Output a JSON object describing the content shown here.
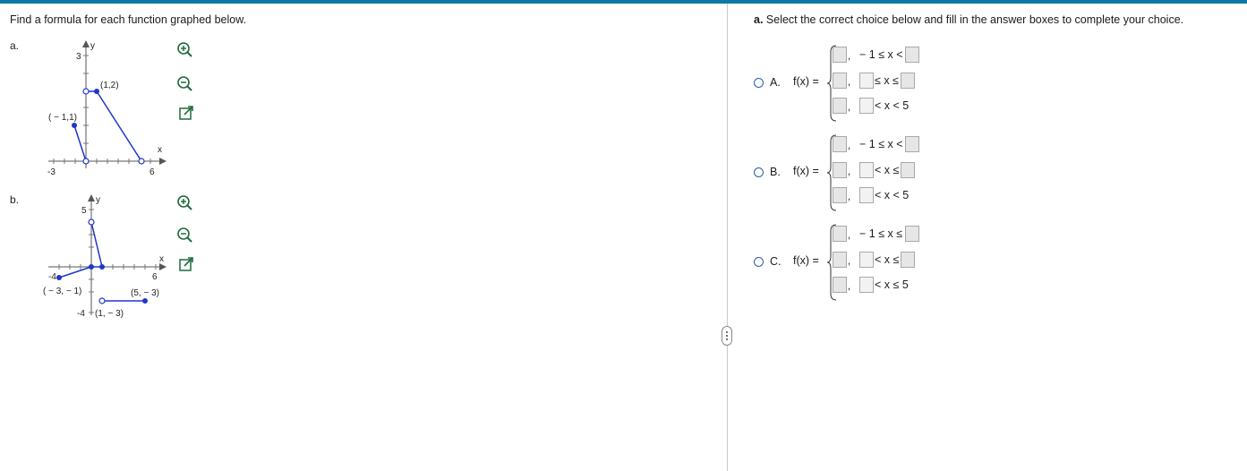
{
  "prompt": "Find a formula for each function graphed below.",
  "part_a": {
    "label": "a.",
    "graph": {
      "y_axis_label": "y",
      "x_axis_label": "x",
      "y_tick": "3",
      "x_tick_neg": "-3",
      "x_tick_pos": "6",
      "point_1": "(1,2)",
      "point_2": "( − 1,1)"
    }
  },
  "part_b": {
    "label": "b.",
    "graph": {
      "y_axis_label": "y",
      "x_axis_label": "x",
      "y_tick_top": "5",
      "y_tick_bottom": "-4",
      "x_tick_neg": "-4",
      "x_tick_pos": "6",
      "point_1": "( − 3, − 1)",
      "point_2": "(5, − 3)",
      "point_3": "(1, − 3)"
    }
  },
  "instruction": {
    "bold_prefix": "a.",
    "text": " Select the correct choice below and fill in the answer boxes to complete your choice."
  },
  "choices": [
    {
      "letter": "A.",
      "fx": "f(x) =",
      "row1": " − 1 ≤ x <",
      "row2": "≤ x ≤",
      "row3": "< x < 5"
    },
    {
      "letter": "B.",
      "fx": "f(x) =",
      "row1": " − 1 ≤ x <",
      "row2": "< x ≤",
      "row3": "< x < 5"
    },
    {
      "letter": "C.",
      "fx": "f(x) =",
      "row1": " − 1 ≤ x ≤",
      "row2": "< x ≤",
      "row3": "< x ≤ 5"
    }
  ],
  "comma": ",",
  "colors": {
    "accent": "#0a7aa3",
    "graph_blue": "#1f36c9",
    "radio": "#2a5db0"
  },
  "icons": [
    "zoom-in-icon",
    "zoom-out-icon",
    "popout-icon",
    "drag-handle-icon"
  ]
}
